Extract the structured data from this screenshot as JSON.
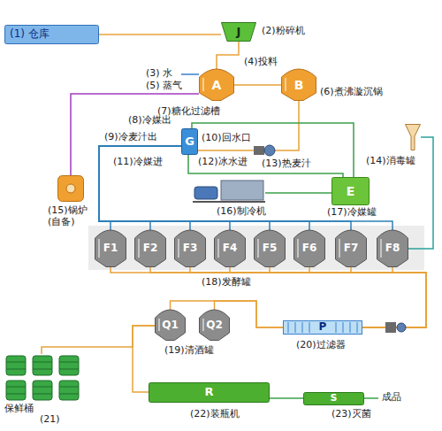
{
  "diagram": {
    "nodes": [
      {
        "text": [
          "(1) 仓库"
        ]
      },
      {
        "text": [
          "J",
          "(2)粉碎机"
        ]
      },
      {
        "text": [
          "A",
          "(7)糖化过滤槽"
        ]
      },
      {
        "text": [
          "B",
          "(6)煮沸漩沉锅"
        ]
      },
      {
        "text": [
          "G"
        ]
      },
      {
        "text": [
          "(14)消毒罐"
        ]
      },
      {
        "text": [
          "(15)锅炉 (自备)"
        ]
      },
      {
        "text": [
          "(16)制冷机"
        ]
      },
      {
        "text": [
          "E",
          "(17)冷媒罐"
        ]
      },
      {
        "text": [
          "F1"
        ]
      },
      {
        "text": [
          "F2"
        ]
      },
      {
        "text": [
          "F3"
        ]
      },
      {
        "text": [
          "F4"
        ]
      },
      {
        "text": [
          "F5"
        ]
      },
      {
        "text": [
          "F6"
        ]
      },
      {
        "text": [
          "F7"
        ]
      },
      {
        "text": [
          "F8"
        ]
      },
      {
        "text": [
          "Q1"
        ]
      },
      {
        "text": [
          "Q2"
        ]
      },
      {
        "text": [
          "P",
          "(20)过滤器"
        ]
      },
      {
        "text": [
          "保鲜桶",
          "(21)"
        ]
      },
      {
        "text": [
          "R",
          "(22)装瓶机"
        ]
      },
      {
        "text": [
          "S",
          "(23)灭菌"
        ]
      }
    ],
    "edges": [
      {
        "from": 0,
        "to": 1,
        "arrow": "none"
      },
      {
        "from": 1,
        "to": 2,
        "arrow": "none"
      },
      {
        "from": 2,
        "to": 3,
        "arrow": "none"
      },
      {
        "from": 3,
        "to": 4,
        "arrow": "none"
      },
      {
        "from": 6,
        "to": 2,
        "arrow": "none"
      },
      {
        "from": 4,
        "to": 8,
        "arrow": "none"
      },
      {
        "from": 8,
        "to": 4,
        "arrow": "none"
      },
      {
        "from": 7,
        "to": 8,
        "arrow": "none"
      },
      {
        "from": 4,
        "to": 9,
        "arrow": "none"
      },
      {
        "from": 4,
        "to": 10,
        "arrow": "none"
      },
      {
        "from": 4,
        "to": 11,
        "arrow": "none"
      },
      {
        "from": 4,
        "to": 12,
        "arrow": "none"
      },
      {
        "from": 4,
        "to": 13,
        "arrow": "none"
      },
      {
        "from": 4,
        "to": 14,
        "arrow": "none"
      },
      {
        "from": 4,
        "to": 15,
        "arrow": "none"
      },
      {
        "from": 4,
        "to": 16,
        "arrow": "none"
      },
      {
        "from": 5,
        "to": 16,
        "arrow": "none"
      },
      {
        "from": 9,
        "to": 19,
        "arrow": "none"
      },
      {
        "from": 10,
        "to": 19,
        "arrow": "none"
      },
      {
        "from": 11,
        "to": 19,
        "arrow": "none"
      },
      {
        "from": 12,
        "to": 19,
        "arrow": "none"
      },
      {
        "from": 13,
        "to": 19,
        "arrow": "none"
      },
      {
        "from": 14,
        "to": 19,
        "arrow": "none"
      },
      {
        "from": 15,
        "to": 19,
        "arrow": "none"
      },
      {
        "from": 16,
        "to": 19,
        "arrow": "none"
      },
      {
        "from": 19,
        "to": 17,
        "arrow": "none"
      },
      {
        "from": 19,
        "to": 18,
        "arrow": "none"
      },
      {
        "from": 17,
        "to": 20,
        "arrow": "none"
      },
      {
        "from": 17,
        "to": 21,
        "arrow": "none"
      },
      {
        "from": 21,
        "to": 22,
        "arrow": "none"
      }
    ],
    "labels": [
      "(3) 水",
      "(5) 蒸气",
      "(4)投料",
      "(8)冷媒出",
      "(9)冷麦汁出",
      "(10)回水口",
      "(11)冷媒进",
      "(12)冰水进",
      "(13)热麦汁",
      "(18)发酵罐",
      "(19)清酒罐",
      "成品"
    ]
  }
}
